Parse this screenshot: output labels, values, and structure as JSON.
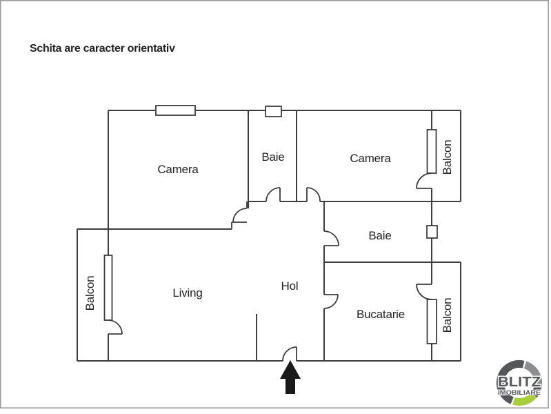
{
  "disclaimer": "Schita are caracter orientativ",
  "plan": {
    "rooms": [
      {
        "id": "camera-left",
        "label": "Camera"
      },
      {
        "id": "baie-top",
        "label": "Baie"
      },
      {
        "id": "camera-right",
        "label": "Camera"
      },
      {
        "id": "balcon-top-right",
        "label": "Balcon"
      },
      {
        "id": "baie-right",
        "label": "Baie"
      },
      {
        "id": "living",
        "label": "Living"
      },
      {
        "id": "hol",
        "label": "Hol"
      },
      {
        "id": "bucatarie",
        "label": "Bucatarie"
      },
      {
        "id": "balcon-left",
        "label": "Balcon"
      },
      {
        "id": "balcon-bottom-right",
        "label": "Balcon"
      }
    ],
    "entrance_icon": "arrow-up"
  },
  "logo": {
    "brand": "BLITZ",
    "subtitle": "IMOBILIARE",
    "ring_dark": "#55565a",
    "ring_gray": "#8b8d90",
    "ring_green": "#a6ce3b",
    "text_color": "#55565a"
  },
  "colors": {
    "background": "#ffffff",
    "wall": "#3d3d3d",
    "label": "#222222",
    "frame": "#9c9c9c",
    "arrow": "#1a1a1a"
  }
}
